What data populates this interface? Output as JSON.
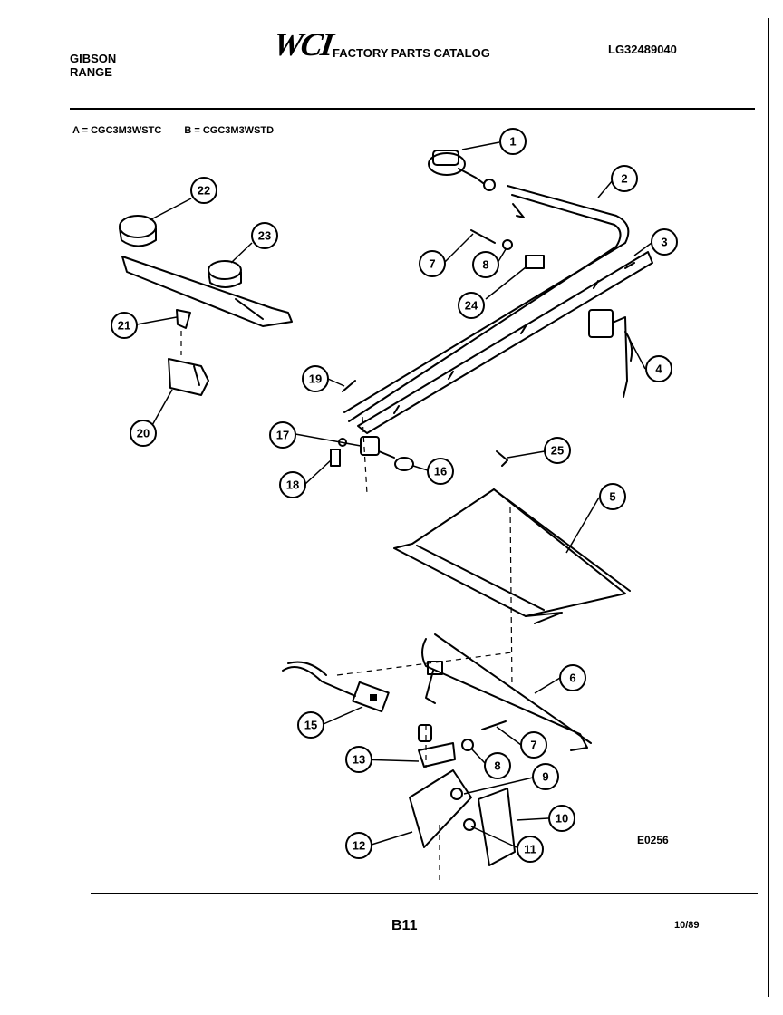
{
  "header": {
    "brand_line1": "GIBSON",
    "brand_line2": "RANGE",
    "logo_text": "WCI",
    "catalog_title": "FACTORY PARTS CATALOG",
    "catalog_number": "LG32489040"
  },
  "models": {
    "a": "A = CGC3M3WSTC",
    "b": "B = CGC3M3WSTD"
  },
  "diagram_code": "E0256",
  "page_number": "B11",
  "date_code": "10/89",
  "callouts": [
    "1",
    "2",
    "3",
    "4",
    "5",
    "6",
    "7",
    "8",
    "9",
    "10",
    "11",
    "12",
    "13",
    "15",
    "16",
    "17",
    "18",
    "19",
    "20",
    "21",
    "22",
    "23",
    "24",
    "25"
  ]
}
